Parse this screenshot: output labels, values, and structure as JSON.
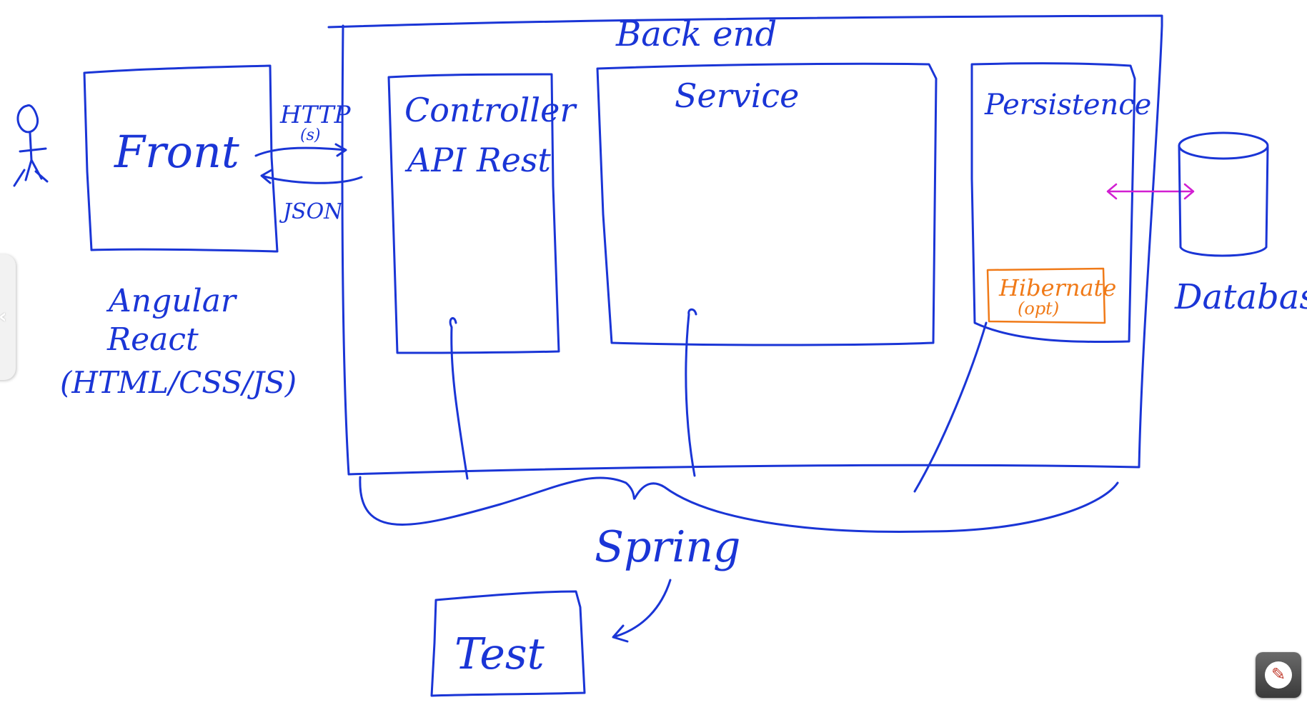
{
  "labels": {
    "backend": "Back end",
    "front": "Front",
    "http": "HTTP",
    "http_s": "(s)",
    "json": "JSON",
    "frameworks": [
      "Angular",
      "React",
      "(HTML/CSS/JS)"
    ],
    "controller": "Controller",
    "api_rest": "API Rest",
    "service": "Service",
    "persistence": "Persistence",
    "hibernate": "Hibernate",
    "hibernate_opt": "(opt)",
    "database": "Database",
    "spring": "Spring",
    "test": "Test"
  },
  "colors": {
    "ink": "#1a35d6",
    "hibernate": "#f07a18",
    "db_arrow": "#d21fd2"
  },
  "toolbar": {
    "tool_icon": "pencil-icon",
    "handle_icon": "chevron-left-icon"
  }
}
